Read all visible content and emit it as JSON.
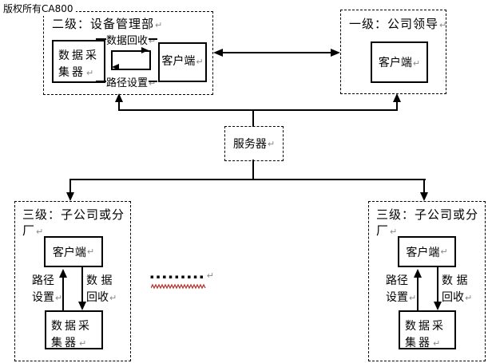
{
  "copyright": "版权所有CA800",
  "marks": {
    "pilcrow": "↵"
  },
  "separator_dots": "▪▪▪▪▪▪▪▪▪",
  "colors": {
    "line": "#000000",
    "mark_gray": "#8a8a8a",
    "squiggle": "#b03a3a"
  },
  "level2": {
    "title": "二级：设备管理部",
    "collector_line1": "数据采",
    "collector_line2": "集器",
    "client": "客户端",
    "label_top": "数据回收",
    "label_bottom": "路径设置"
  },
  "level1": {
    "title": "一级：公司领导",
    "client": "客户端"
  },
  "server": {
    "label": "服务器"
  },
  "level3_left": {
    "title_line1": "三级：子公司或分",
    "title_line2": "厂",
    "client": "客户端",
    "path_line1": "路径",
    "path_line2": "设置",
    "data_line1": "数 据",
    "data_line2": "回收",
    "collector_line1": "数据采",
    "collector_line2": "集器"
  },
  "level3_right": {
    "title_line1": "三级：子公司或分",
    "title_line2": "厂",
    "client": "客户端",
    "path_line1": "路径",
    "path_line2": "设置",
    "data_line1": "数 据",
    "data_line2": "回收",
    "collector_line1": "数据采",
    "collector_line2": "集器"
  }
}
